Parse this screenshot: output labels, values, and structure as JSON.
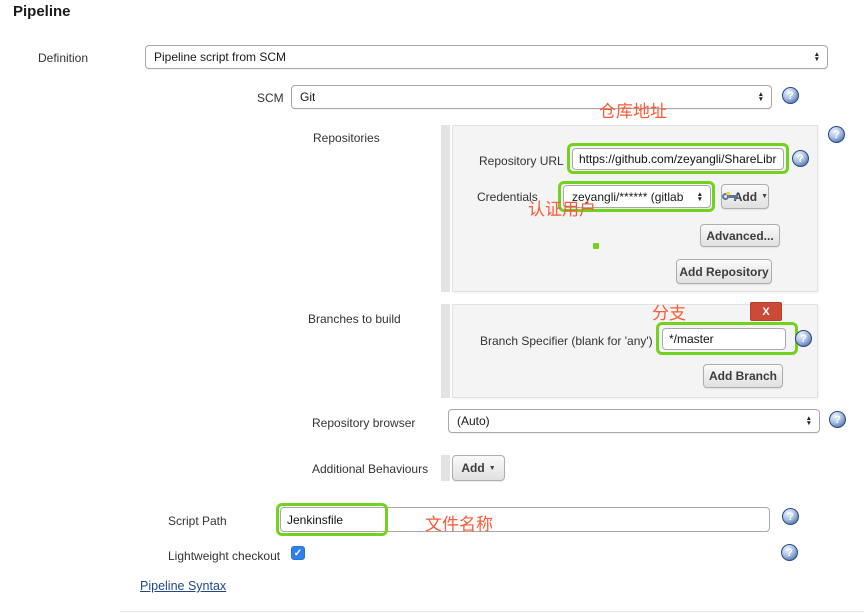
{
  "page": {
    "title": "Pipeline",
    "syntax_link": "Pipeline Syntax"
  },
  "definition": {
    "label": "Definition",
    "value": "Pipeline script from SCM"
  },
  "scm": {
    "label": "SCM",
    "value": "Git"
  },
  "repositories": {
    "label": "Repositories",
    "repository_url": {
      "label": "Repository URL",
      "value": "https://github.com/zeyangli/ShareLibr"
    },
    "credentials": {
      "label": "Credentials",
      "value": "zeyangli/****** (gitlab)",
      "add_label": "Add"
    },
    "advanced_label": "Advanced...",
    "add_repository_label": "Add Repository"
  },
  "branches": {
    "label": "Branches to build",
    "branch_specifier": {
      "label": "Branch Specifier (blank for 'any')",
      "value": "*/master"
    },
    "delete_label": "X",
    "add_branch_label": "Add Branch"
  },
  "repository_browser": {
    "label": "Repository browser",
    "value": "(Auto)"
  },
  "additional_behaviours": {
    "label": "Additional Behaviours",
    "add_label": "Add"
  },
  "script_path": {
    "label": "Script Path",
    "value": "Jenkinsfile"
  },
  "lightweight_checkout": {
    "label": "Lightweight checkout",
    "checked": true
  },
  "annotations": {
    "repository_url": "仓库地址",
    "credentials": "认证用户",
    "branch": "分支",
    "script_path": "文件名称"
  },
  "icons": {
    "help": "?",
    "check": "✓",
    "key": "key-icon",
    "stepper": "▲▼",
    "caret": "▼"
  },
  "colors": {
    "highlight_green": "#72d21e",
    "annotation_red": "#f95a38",
    "delete_red": "#cb4a38",
    "checkbox_blue": "#2f80ed",
    "link_blue": "#204a87",
    "panel_gray": "#f4f4f4"
  }
}
